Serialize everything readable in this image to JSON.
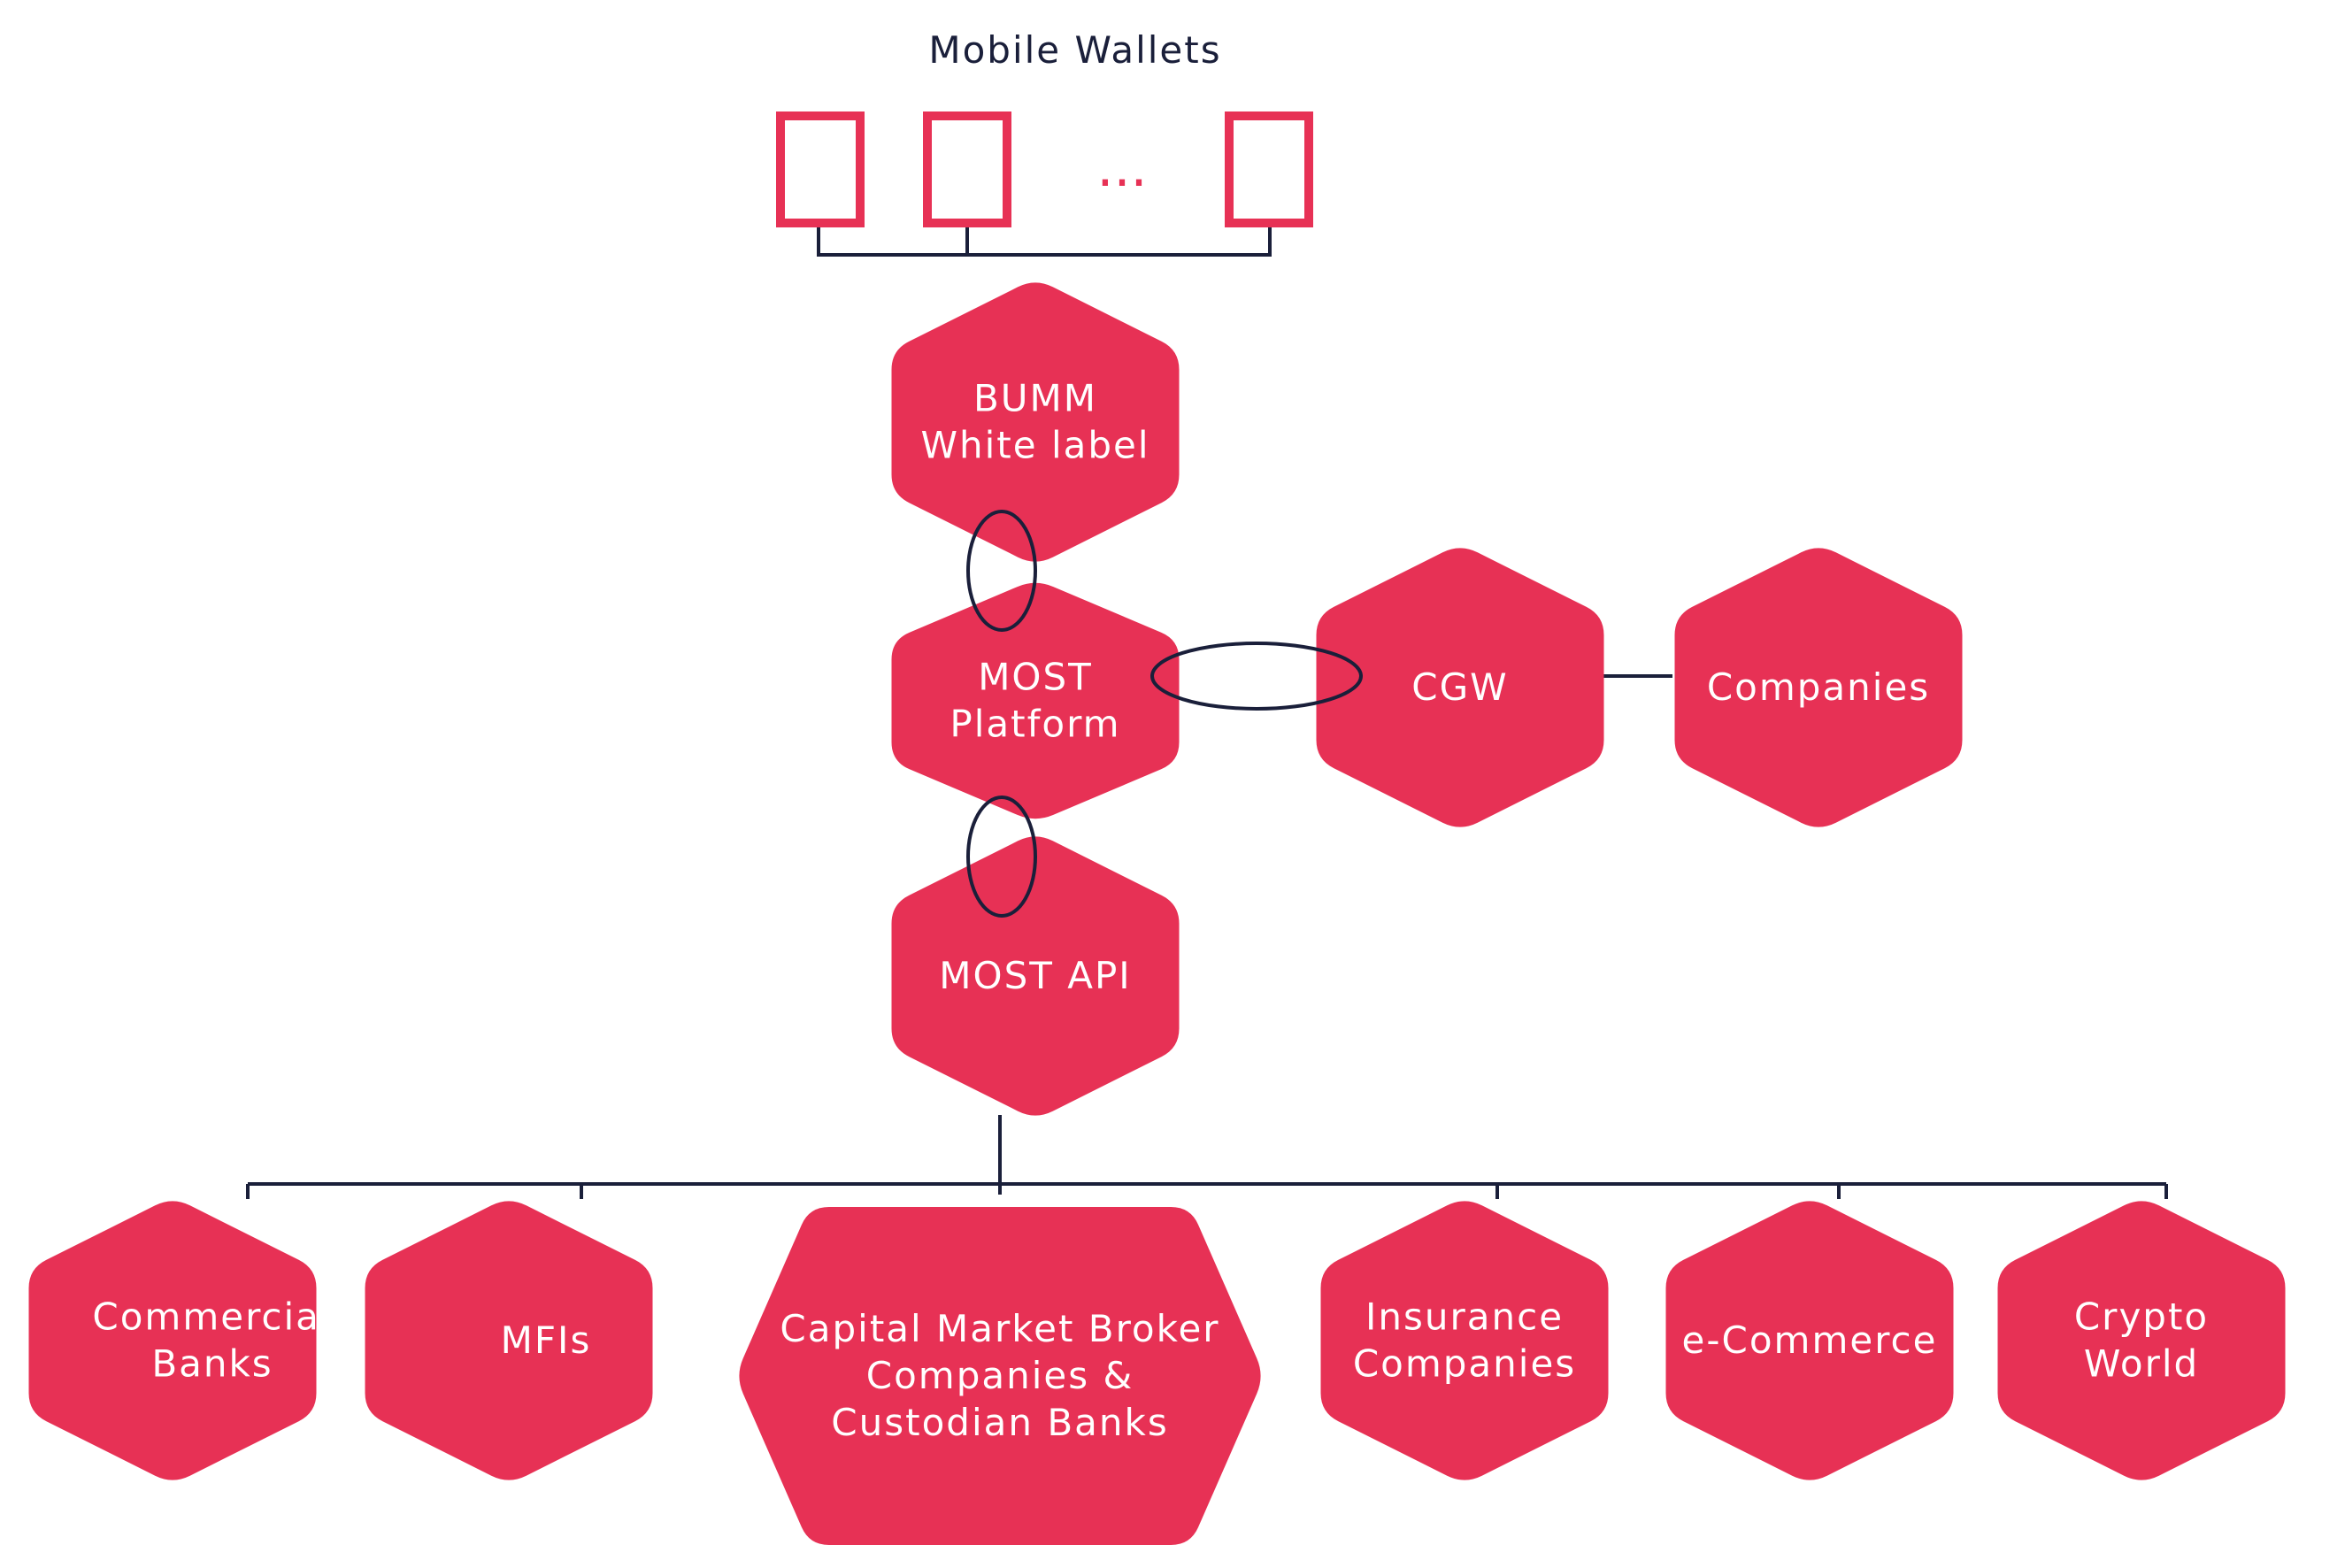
{
  "title": "Mobile Wallets",
  "ellipsis": "...",
  "colors": {
    "node": "#e73155",
    "line": "#1a1f3a",
    "background": "#ffffff"
  },
  "nodes": {
    "bumm": [
      "BUMM",
      "White label"
    ],
    "most_platform": [
      "MOST",
      "Platform"
    ],
    "cgw": [
      "CGW"
    ],
    "companies": [
      "Companies"
    ],
    "most_api": [
      "MOST API"
    ],
    "commercial_banks": [
      "Commercial",
      "Banks"
    ],
    "mfis": [
      "MFIs"
    ],
    "capital_market": [
      "Capital Market Broker",
      "Companies &",
      "Custodian Banks"
    ],
    "insurance": [
      "Insurance",
      "Companies"
    ],
    "ecommerce": [
      "e-Commerce"
    ],
    "crypto": [
      "Crypto",
      "World"
    ]
  }
}
